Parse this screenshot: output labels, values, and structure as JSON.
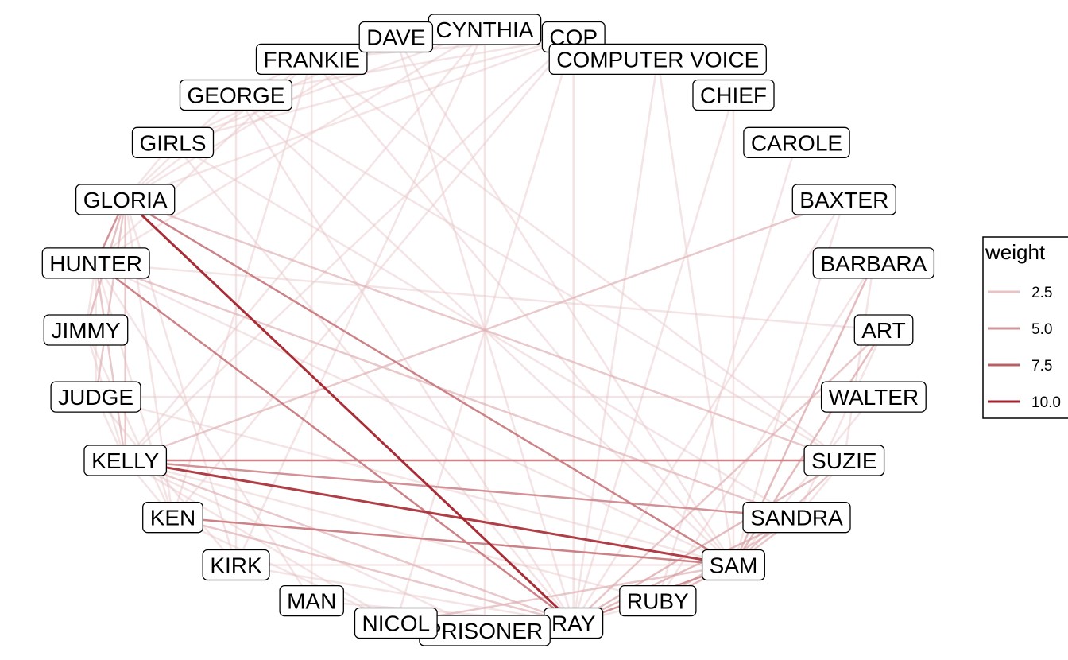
{
  "legend": {
    "title": "weight",
    "entries": [
      {
        "label": "2.5",
        "color": "#e7c3c6"
      },
      {
        "label": "5.0",
        "color": "#d09398"
      },
      {
        "label": "7.5",
        "color": "#bb5f67"
      },
      {
        "label": "10.0",
        "color": "#a3222b"
      }
    ]
  },
  "nodes": [
    "CYNTHIA",
    "COP",
    "COMPUTER VOICE",
    "CHIEF",
    "CAROLE",
    "BAXTER",
    "BARBARA",
    "ART",
    "WALTER",
    "SUZIE",
    "SANDRA",
    "SAM",
    "RUBY",
    "RAY",
    "PRISONER",
    "NICOL",
    "MAN",
    "KIRK",
    "KEN",
    "KELLY",
    "JUDGE",
    "JIMMY",
    "HUNTER",
    "GLORIA",
    "GIRLS",
    "GEORGE",
    "FRANKIE",
    "DAVE"
  ],
  "edges": [
    {
      "from": "GLORIA",
      "to": "RAY",
      "weight": 10
    },
    {
      "from": "KELLY",
      "to": "SAM",
      "weight": 9
    },
    {
      "from": "KELLY",
      "to": "SUZIE",
      "weight": 5
    },
    {
      "from": "KELLY",
      "to": "SANDRA",
      "weight": 4
    },
    {
      "from": "KEN",
      "to": "SAM",
      "weight": 5
    },
    {
      "from": "GLORIA",
      "to": "SAM",
      "weight": 5
    },
    {
      "from": "HUNTER",
      "to": "RAY",
      "weight": 5
    },
    {
      "from": "GLORIA",
      "to": "HUNTER",
      "weight": 4
    },
    {
      "from": "SAM",
      "to": "RAY",
      "weight": 4
    },
    {
      "from": "SAM",
      "to": "RUBY",
      "weight": 3
    },
    {
      "from": "SAM",
      "to": "ART",
      "weight": 3
    },
    {
      "from": "SAM",
      "to": "BARBARA",
      "weight": 3
    },
    {
      "from": "SANDRA",
      "to": "RAY",
      "weight": 3
    },
    {
      "from": "SUZIE",
      "to": "RAY",
      "weight": 3
    },
    {
      "from": "KELLY",
      "to": "BAXTER",
      "weight": 2
    },
    {
      "from": "GLORIA",
      "to": "SUZIE",
      "weight": 2
    },
    {
      "from": "HUNTER",
      "to": "SANDRA",
      "weight": 2
    },
    {
      "from": "KELLY",
      "to": "GLORIA",
      "weight": 2
    },
    {
      "from": "KELLY",
      "to": "HUNTER",
      "weight": 2
    },
    {
      "from": "JIMMY",
      "to": "GLORIA",
      "weight": 2
    },
    {
      "from": "JUDGE",
      "to": "GLORIA",
      "weight": 2
    },
    {
      "from": "KELLY",
      "to": "RAY",
      "weight": 2
    },
    {
      "from": "KEN",
      "to": "RAY",
      "weight": 2
    },
    {
      "from": "NICOL",
      "to": "SAM",
      "weight": 2
    },
    {
      "from": "RAY",
      "to": "ART",
      "weight": 2
    },
    {
      "from": "SANDRA",
      "to": "SAM",
      "weight": 2
    },
    {
      "from": "SUZIE",
      "to": "SAM",
      "weight": 2
    },
    {
      "from": "RUBY",
      "to": "SANDRA",
      "weight": 2
    },
    {
      "from": "PRISONER",
      "to": "CYNTHIA",
      "weight": 1
    },
    {
      "from": "NICOL",
      "to": "COP",
      "weight": 1
    },
    {
      "from": "RAY",
      "to": "COP",
      "weight": 1
    },
    {
      "from": "MAN",
      "to": "FRANKIE",
      "weight": 1
    },
    {
      "from": "RAY",
      "to": "DAVE",
      "weight": 1
    },
    {
      "from": "SAM",
      "to": "COMPUTER VOICE",
      "weight": 1
    },
    {
      "from": "SAM",
      "to": "CHIEF",
      "weight": 1
    },
    {
      "from": "RUBY",
      "to": "CAROLE",
      "weight": 1
    },
    {
      "from": "SAM",
      "to": "FRANKIE",
      "weight": 1
    },
    {
      "from": "SAM",
      "to": "GEORGE",
      "weight": 1
    },
    {
      "from": "RAY",
      "to": "GIRLS",
      "weight": 1
    },
    {
      "from": "KEN",
      "to": "COP",
      "weight": 1
    },
    {
      "from": "KIRK",
      "to": "CYNTHIA",
      "weight": 1
    },
    {
      "from": "KIRK",
      "to": "GEORGE",
      "weight": 1
    },
    {
      "from": "GIRLS",
      "to": "SANDRA",
      "weight": 1
    },
    {
      "from": "GIRLS",
      "to": "COP",
      "weight": 1
    },
    {
      "from": "GIRLS",
      "to": "CYNTHIA",
      "weight": 1
    },
    {
      "from": "GIRLS",
      "to": "DAVE",
      "weight": 1
    },
    {
      "from": "GEORGE",
      "to": "FRANKIE",
      "weight": 1
    },
    {
      "from": "GEORGE",
      "to": "COP",
      "weight": 1
    },
    {
      "from": "GEORGE",
      "to": "SUZIE",
      "weight": 1
    },
    {
      "from": "GLORIA",
      "to": "FRANKIE",
      "weight": 1
    },
    {
      "from": "GLORIA",
      "to": "DAVE",
      "weight": 1
    },
    {
      "from": "GLORIA",
      "to": "GIRLS",
      "weight": 1
    },
    {
      "from": "GLORIA",
      "to": "GEORGE",
      "weight": 1
    },
    {
      "from": "GLORIA",
      "to": "KEN",
      "weight": 1
    },
    {
      "from": "GLORIA",
      "to": "KIRK",
      "weight": 1
    },
    {
      "from": "GLORIA",
      "to": "JIMMY",
      "weight": 1
    },
    {
      "from": "HUNTER",
      "to": "FRANKIE",
      "weight": 1
    },
    {
      "from": "HUNTER",
      "to": "JIMMY",
      "weight": 1
    },
    {
      "from": "HUNTER",
      "to": "JUDGE",
      "weight": 1
    },
    {
      "from": "HUNTER",
      "to": "KEN",
      "weight": 1
    },
    {
      "from": "HUNTER",
      "to": "ART",
      "weight": 1
    },
    {
      "from": "HUNTER",
      "to": "MAN",
      "weight": 1
    },
    {
      "from": "HUNTER",
      "to": "SAM",
      "weight": 1
    },
    {
      "from": "HUNTER",
      "to": "CYNTHIA",
      "weight": 1
    },
    {
      "from": "JIMMY",
      "to": "KELLY",
      "weight": 1
    },
    {
      "from": "JIMMY",
      "to": "KEN",
      "weight": 1
    },
    {
      "from": "JUDGE",
      "to": "KELLY",
      "weight": 1
    },
    {
      "from": "JUDGE",
      "to": "KIRK",
      "weight": 1
    },
    {
      "from": "JUDGE",
      "to": "WALTER",
      "weight": 1
    },
    {
      "from": "JUDGE",
      "to": "SAM",
      "weight": 1
    },
    {
      "from": "KELLY",
      "to": "KEN",
      "weight": 1
    },
    {
      "from": "KELLY",
      "to": "NICOL",
      "weight": 1
    },
    {
      "from": "KELLY",
      "to": "PRISONER",
      "weight": 1
    },
    {
      "from": "KELLY",
      "to": "CYNTHIA",
      "weight": 1
    },
    {
      "from": "KELLY",
      "to": "COP",
      "weight": 1
    },
    {
      "from": "KELLY",
      "to": "RUBY",
      "weight": 1
    },
    {
      "from": "KEN",
      "to": "NICOL",
      "weight": 1
    },
    {
      "from": "KEN",
      "to": "FRANKIE",
      "weight": 1
    },
    {
      "from": "KIRK",
      "to": "RAY",
      "weight": 1
    },
    {
      "from": "MAN",
      "to": "RAY",
      "weight": 1
    },
    {
      "from": "NICOL",
      "to": "RAY",
      "weight": 1
    },
    {
      "from": "RAY",
      "to": "CHIEF",
      "weight": 1
    },
    {
      "from": "RAY",
      "to": "COMPUTER VOICE",
      "weight": 1
    },
    {
      "from": "RAY",
      "to": "BAXTER",
      "weight": 1
    },
    {
      "from": "RAY",
      "to": "RUBY",
      "weight": 1
    },
    {
      "from": "SAM",
      "to": "DAVE",
      "weight": 1
    },
    {
      "from": "SAM",
      "to": "BAXTER",
      "weight": 1
    },
    {
      "from": "SAM",
      "to": "WALTER",
      "weight": 1
    },
    {
      "from": "SANDRA",
      "to": "ART",
      "weight": 1
    },
    {
      "from": "SANDRA",
      "to": "SUZIE",
      "weight": 1
    },
    {
      "from": "SUZIE",
      "to": "BARBARA",
      "weight": 1
    },
    {
      "from": "RUBY",
      "to": "BARBARA",
      "weight": 1
    },
    {
      "from": "PRISONER",
      "to": "RAY",
      "weight": 1
    },
    {
      "from": "GEORGE",
      "to": "RAY",
      "weight": 1
    },
    {
      "from": "KIRK",
      "to": "SAM",
      "weight": 1
    },
    {
      "from": "FRANKIE",
      "to": "SUZIE",
      "weight": 1
    },
    {
      "from": "FRANKIE",
      "to": "COP",
      "weight": 1
    },
    {
      "from": "GLORIA",
      "to": "COP",
      "weight": 1
    }
  ]
}
